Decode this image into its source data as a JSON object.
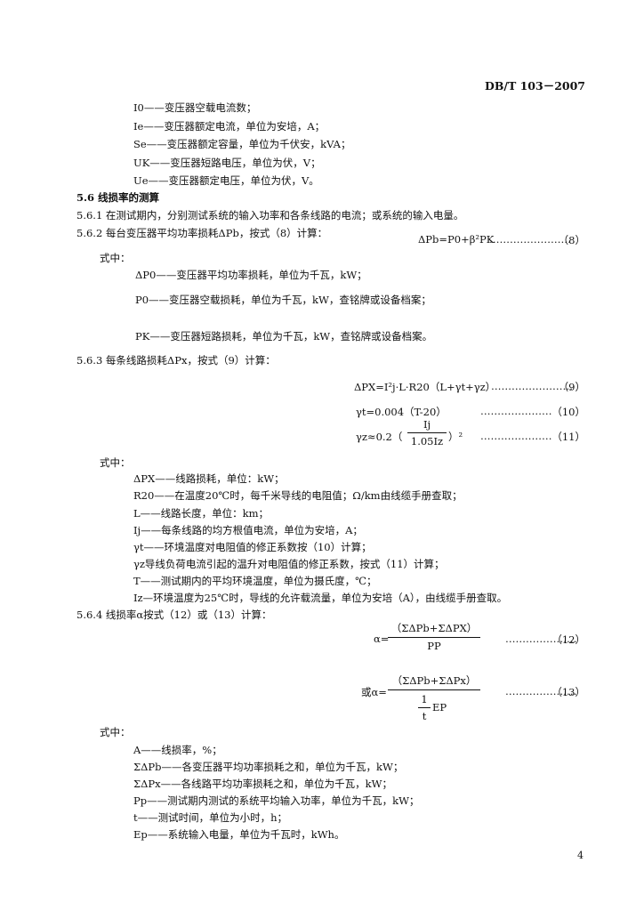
{
  "header": {
    "code": "DB/T 103－2007"
  },
  "defs_top": [
    "I0——变压器空载电流数；",
    "Ie——变压器额定电流，单位为安培，A；",
    "Se——变压器额定容量，单位为千伏安，kVA；",
    "UK——变压器短路电压，单位为伏，V；",
    "Ue——变压器额定电压，单位为伏，V。"
  ],
  "section": {
    "s56": "5.6   线损率的测算",
    "s561": "5.6.1   在测试期内，分别测试系统的输入功率和各条线路的电流；或系统的输入电量。",
    "s562": "5.6.2   每台变压器平均功率损耗ΔPb，按式（8）计算：",
    "s563": "5.6.3   每条线路损耗ΔPx，按式（9）计算：",
    "s564": "5.6.4   线损率α按式（12）或（13）计算："
  },
  "eq8": {
    "formula": "ΔPb=P0+β²PK",
    "dots": "……………………",
    "no": "（8）"
  },
  "shizhong": "式中：",
  "defs_8": [
    "ΔP0——变压器平均功率损耗，单位为千瓦，kW；",
    "P0——变压器空载损耗，单位为千瓦，kW，查铭牌或设备档案；",
    "PK——变压器短路损耗，单位为千瓦，kW，查铭牌或设备档案。"
  ],
  "eq9": {
    "formula": "ΔPX=I²j·L·R20（L+γt+γz）",
    "dots": "……………………",
    "no": "（9）"
  },
  "eq10": {
    "formula": "γt=0.004（T-20）",
    "dots": "…………………",
    "no": "（10）"
  },
  "eq11": {
    "lead": "γz≈0.2（",
    "num": "Ij",
    "den": "1.05Iz",
    "tail": "）²",
    "dots": "…………………",
    "no": "（11）"
  },
  "defs_9": [
    "ΔPX——线路损耗，单位：kW；",
    "R20——在温度20℃时，每千米导线的电阻值；Ω/km由线缆手册查取；",
    "L——线路长度，单位：km；",
    "Ij——每条线路的均方根值电流，单位为安培，A；",
    "γt——环境温度对电阻值的修正系数按（10）计算；",
    "γz导线负荷电流引起的温升对电阻值的修正系数，按式（11）计算；",
    "T——测试期内的平均环境温度，单位为摄氏度，℃；",
    "Iz—环境温度为25℃时，导线的允许载流量，单位为安培（A），由线缆手册查取。"
  ],
  "eq12": {
    "lead": "α=",
    "num": "（ΣΔPb+ΣΔPX）",
    "den": "PP",
    "dots": "…………………",
    "no": "（12）"
  },
  "eq13": {
    "lead": "或α=",
    "num": "（ΣΔPb+ΣΔPx）",
    "den_num": "1",
    "den_den": "t",
    "den_tail": "EP",
    "dots": "…………………",
    "no": "（13）"
  },
  "defs_12": [
    "A——线损率，%；",
    "ΣΔPb——各变压器平均功率损耗之和，单位为千瓦，kW；",
    "ΣΔPx——各线路平均功率损耗之和，单位为千瓦，kW；",
    "Pp——测试期内测试的系统平均输入功率，单位为千瓦，kW；",
    "t——测试时间，单位为小时，h；",
    "Ep——系统输入电量，单位为千瓦时，kWh。"
  ],
  "page_number": "4"
}
